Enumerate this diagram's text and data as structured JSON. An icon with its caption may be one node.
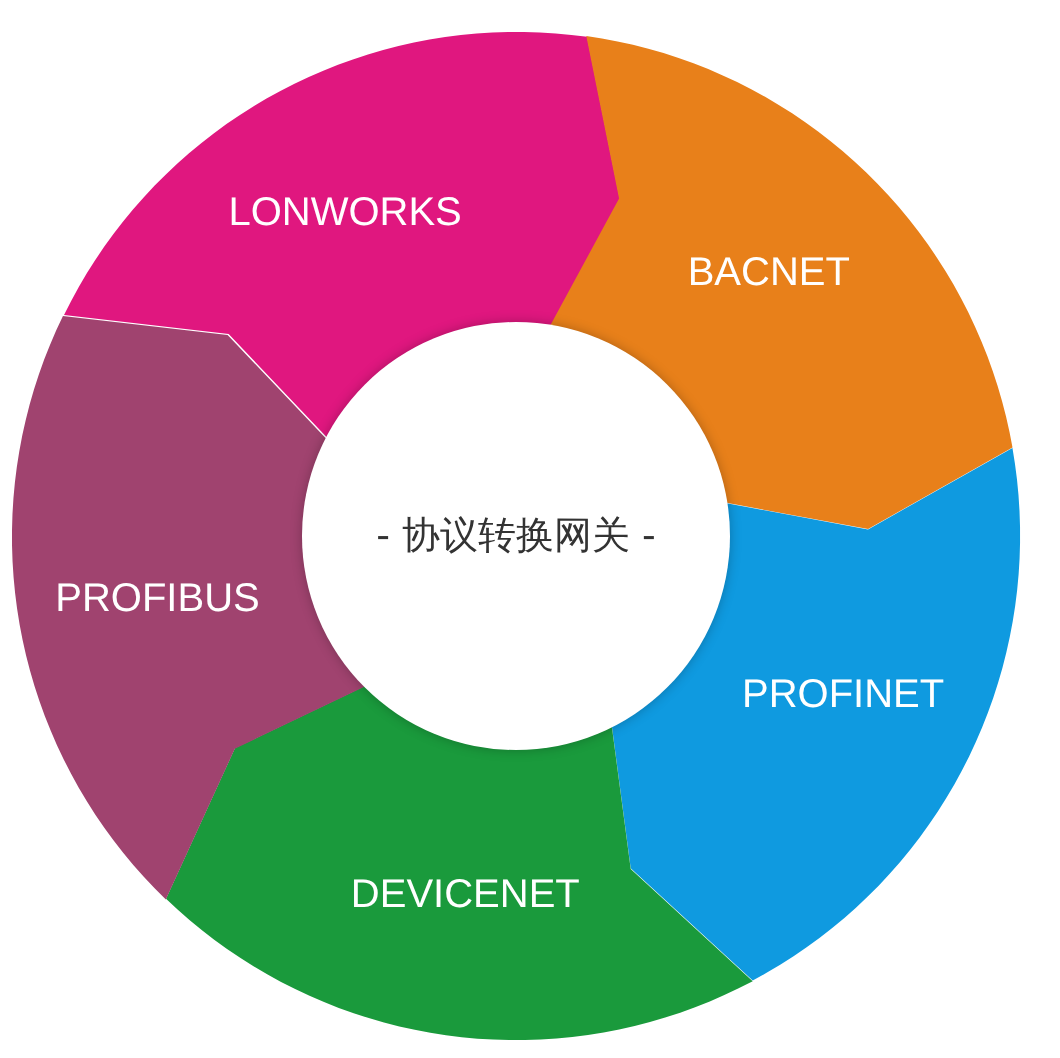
{
  "diagram": {
    "nodes": [
      {
        "text": [
          "LONWORKS"
        ]
      },
      {
        "text": [
          "BACNET"
        ]
      },
      {
        "text": [
          "PROFINET"
        ]
      },
      {
        "text": [
          "DEVICENET"
        ]
      },
      {
        "text": [
          "PROFIBUS"
        ]
      },
      {
        "text": [
          "- 协议转换网关 -"
        ]
      }
    ]
  }
}
